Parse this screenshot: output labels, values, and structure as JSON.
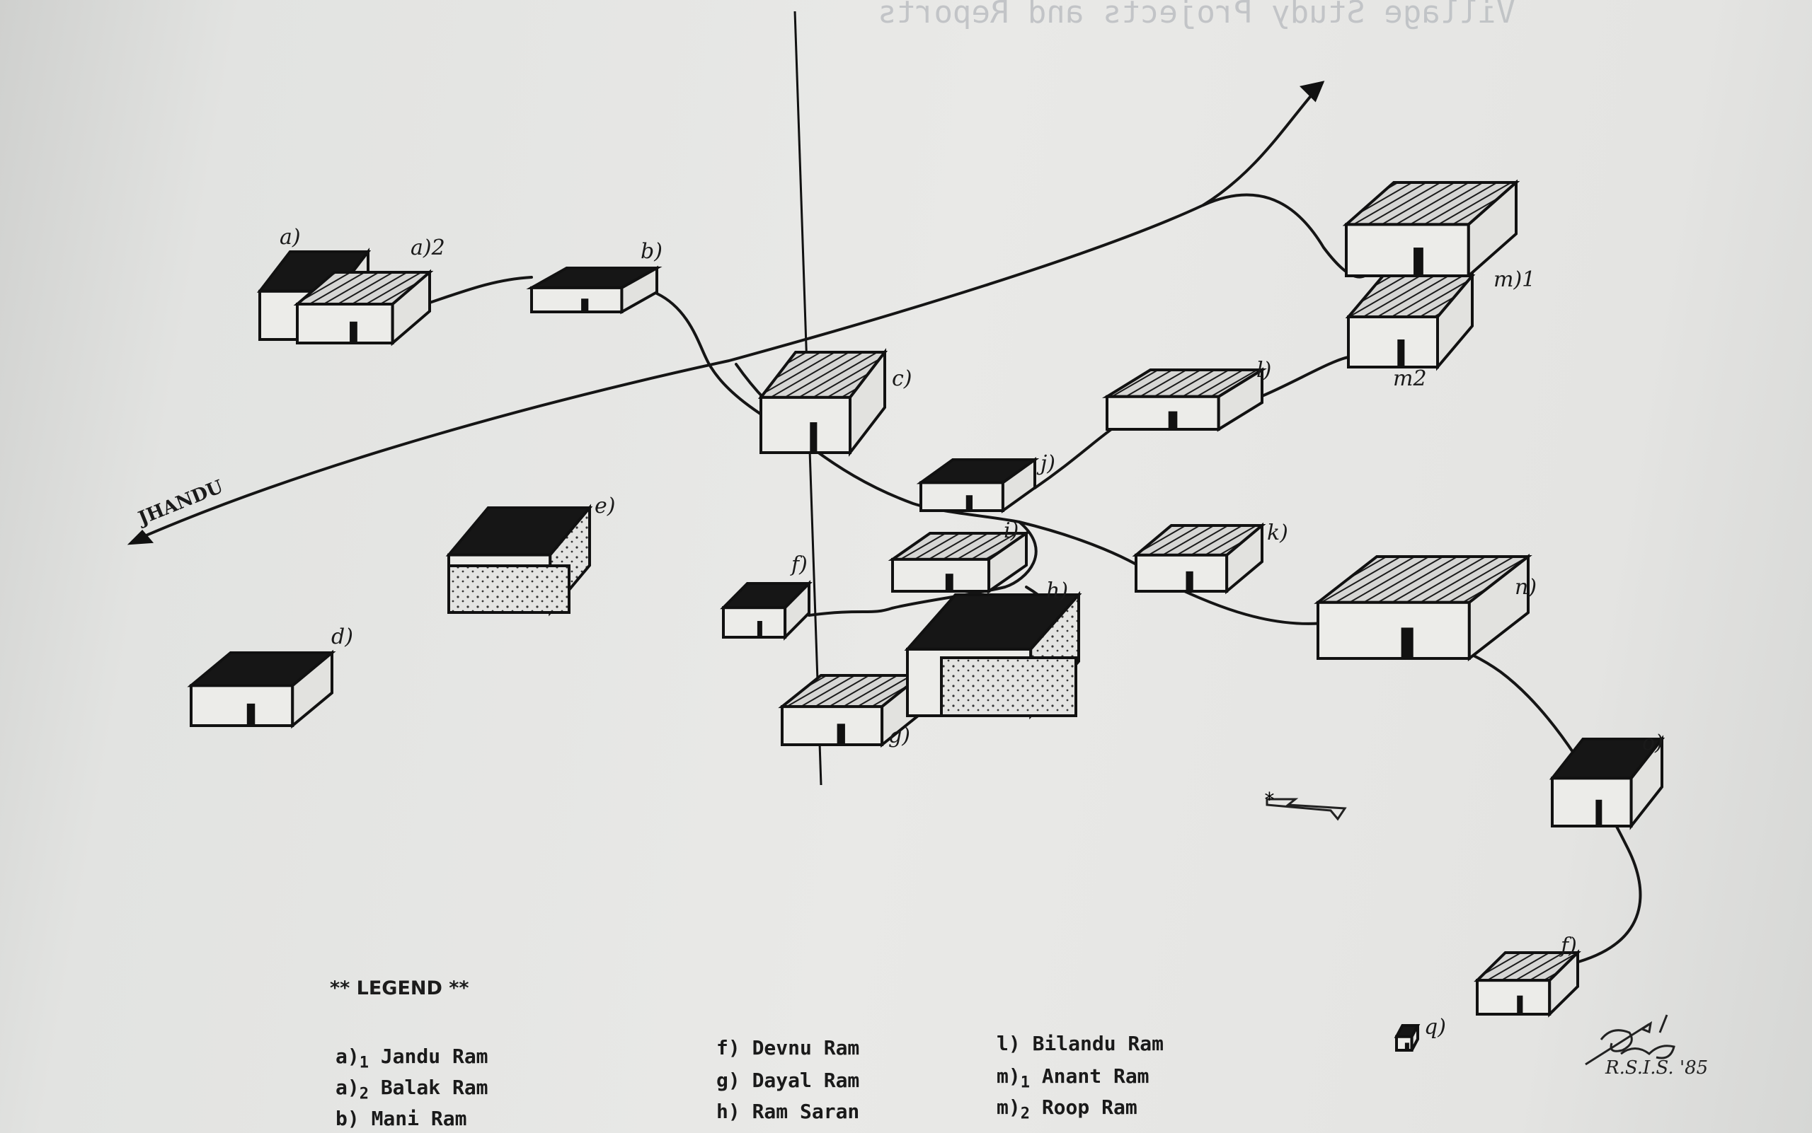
{
  "bleed_through": {
    "heading": "Village Study Projects and Reports"
  },
  "road_labels": {
    "west": "JHANDU"
  },
  "houses": [
    {
      "label": "a)",
      "roof": "dark"
    },
    {
      "label": "a)2",
      "roof": "hatched"
    },
    {
      "label": "b)",
      "roof": "dark"
    },
    {
      "label": "c)",
      "roof": "hatched"
    },
    {
      "label": "d)",
      "roof": "dark"
    },
    {
      "label": "e)",
      "roof": "dark"
    },
    {
      "label": "f)",
      "roof": "dark"
    },
    {
      "label": "g)",
      "roof": "hatched"
    },
    {
      "label": "h)",
      "roof": "dark"
    },
    {
      "label": "i)",
      "roof": "hatched"
    },
    {
      "label": "j)",
      "roof": "dark"
    },
    {
      "label": "k)",
      "roof": "hatched"
    },
    {
      "label": "l)",
      "roof": "hatched"
    },
    {
      "label": "m)1",
      "roof": "hatched"
    },
    {
      "label": "m2",
      "roof": "hatched"
    },
    {
      "label": "n)",
      "roof": "hatched"
    },
    {
      "label": "o)",
      "roof": "dark"
    },
    {
      "label": "f)",
      "roof": "hatched"
    },
    {
      "label": "q)",
      "roof": "dark"
    }
  ],
  "legend": {
    "title": "** LEGEND **",
    "columns": [
      [
        {
          "key": "a)",
          "sub": "1",
          "name": "Jandu Ram"
        },
        {
          "key": "a)",
          "sub": "2",
          "name": "Balak Ram"
        },
        {
          "key": "b)",
          "sub": "",
          "name": "Mani Ram"
        }
      ],
      [
        {
          "key": "f)",
          "sub": "",
          "name": "Devnu Ram"
        },
        {
          "key": "g)",
          "sub": "",
          "name": "Dayal Ram"
        },
        {
          "key": "h)",
          "sub": "",
          "name": "Ram Saran"
        }
      ],
      [
        {
          "key": "l)",
          "sub": "",
          "name": "Bilandu Ram"
        },
        {
          "key": "m)",
          "sub": "1",
          "name": "Anant Ram"
        },
        {
          "key": "m)",
          "sub": "2",
          "name": "Roop Ram"
        }
      ]
    ]
  },
  "signature": {
    "credit": "R.S.I.S. '85"
  },
  "colors": {
    "ink": "#1a1a1a",
    "paper": "#e8e8e6",
    "bleed": "#b9bcc0"
  }
}
